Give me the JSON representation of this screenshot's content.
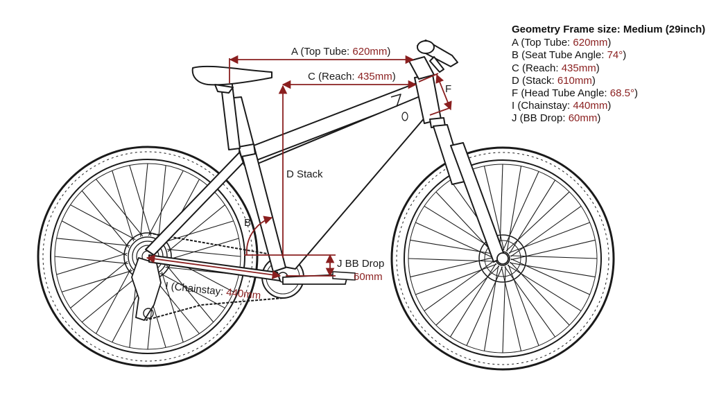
{
  "colors": {
    "accent": "#8a1f1f",
    "line": "#1a1a1a"
  },
  "legend": {
    "title": "Geometry Frame size: Medium (29inch)",
    "items": [
      {
        "label": "A (Top Tube: ",
        "value": "620mm",
        "suffix": ")"
      },
      {
        "label": "B (Seat Tube Angle: ",
        "value": "74°",
        "suffix": ")"
      },
      {
        "label": "C (Reach: ",
        "value": "435mm",
        "suffix": ")"
      },
      {
        "label": "D (Stack: ",
        "value": "610mm",
        "suffix": ")"
      },
      {
        "label": "F (Head Tube Angle: ",
        "value": "68.5°",
        "suffix": ")"
      },
      {
        "label": "I (Chainstay: ",
        "value": "440mm",
        "suffix": ")"
      },
      {
        "label": "J (BB Drop: ",
        "value": "60mm",
        "suffix": ")"
      }
    ]
  },
  "annotations": {
    "top_tube_label": "A (Top Tube: ",
    "top_tube_value": "620mm",
    "top_tube_close": ")",
    "reach_label": "C (Reach: ",
    "reach_value": "435mm",
    "reach_close": ")",
    "stack_label": "D Stack",
    "seat_angle_label": "B",
    "head_tube_label": "F",
    "bb_drop_label": "J BB Drop",
    "bb_drop_value": "60mm",
    "chainstay_label": "I (Chainstay: ",
    "chainstay_value": "440mm"
  }
}
